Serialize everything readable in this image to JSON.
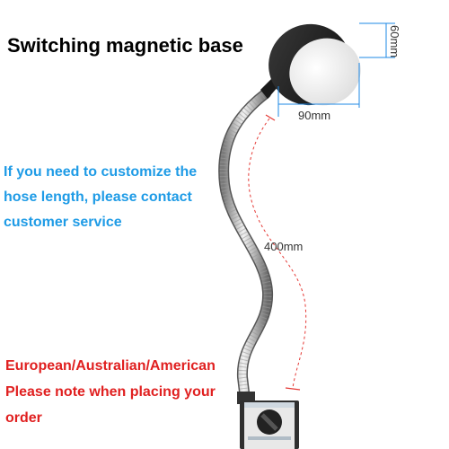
{
  "header": {
    "title": "Switching magnetic base"
  },
  "notes": {
    "customize_line1": "If you need to customize the",
    "customize_line2": "hose length, please contact",
    "customize_line3": "customer service",
    "plug_line1": "European/Australian/American",
    "plug_line2": "Please note when placing your",
    "plug_line3": "order"
  },
  "dimensions": {
    "height": "60mm",
    "width": "90mm",
    "hose_length": "400mm"
  },
  "colors": {
    "title": "#000000",
    "note_blue": "#1e9be6",
    "note_red": "#e02020",
    "dimension_line": "#1e88e5",
    "arc_line": "#e53935"
  }
}
